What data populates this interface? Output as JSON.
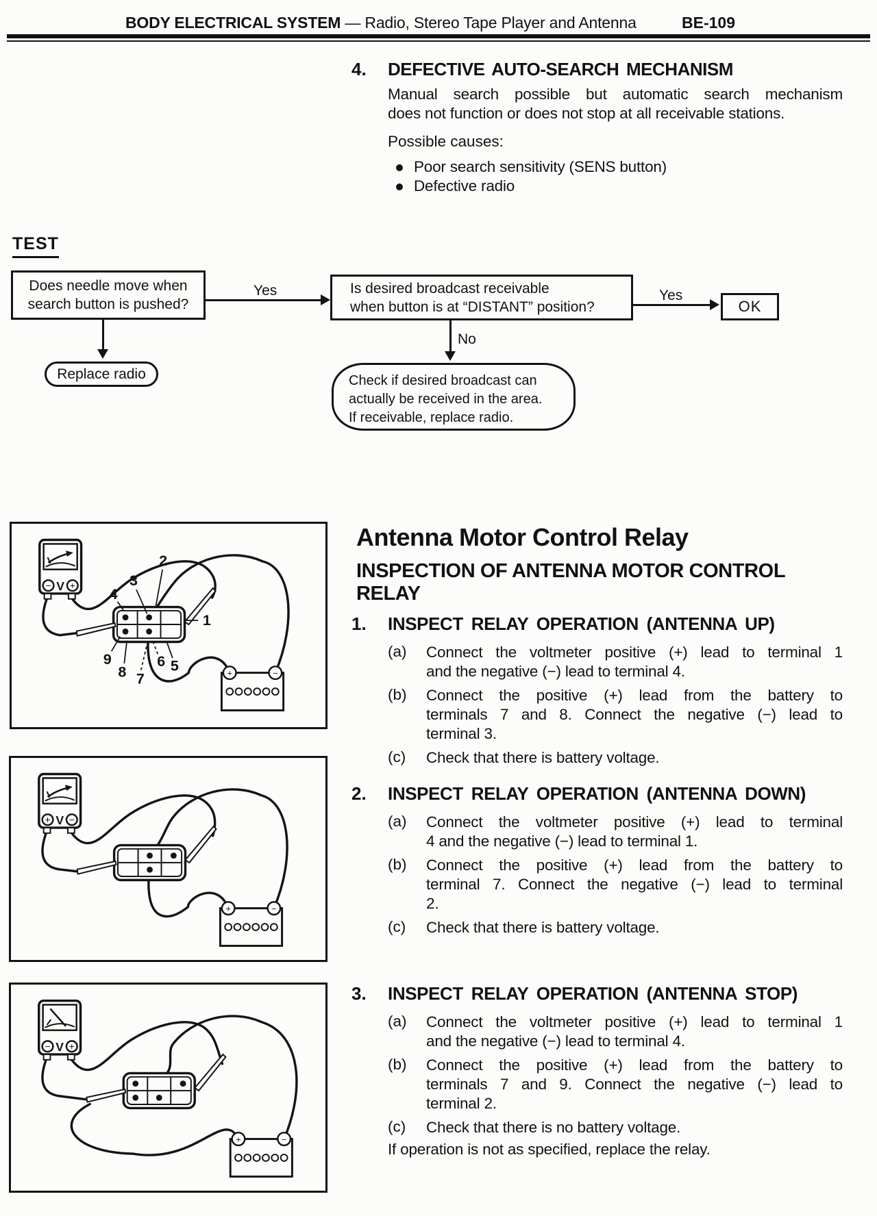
{
  "header": {
    "title_bold": "BODY ELECTRICAL SYSTEM",
    "title_rest": " — Radio, Stereo Tape Player and Antenna",
    "page_number": "BE-109"
  },
  "section4": {
    "number": "4.",
    "heading": "DEFECTIVE AUTO-SEARCH MECHANISM",
    "para_lines": [
      "Manual search possible but automatic search mechanism",
      "does not function or does not stop at all receivable stations."
    ],
    "causes_label": "Possible causes:",
    "bullets": [
      "Poor search sensitivity (SENS button)",
      "Defective radio"
    ]
  },
  "test": {
    "label": "TEST",
    "box1_lines": [
      "Does needle move when",
      "search button is pushed?"
    ],
    "yes1": "Yes",
    "box2_lines": [
      "Is desired broadcast receivable",
      "when button is at “DISTANT” position?"
    ],
    "yes2": "Yes",
    "ok": "OK",
    "no": "No",
    "replace": "Replace radio",
    "bubble_lines": [
      "Check if desired broadcast can",
      "actually be received in the area.",
      "If receivable, replace radio."
    ]
  },
  "relay": {
    "title": "Antenna Motor Control Relay",
    "subtitle_lines": [
      "INSPECTION OF ANTENNA MOTOR CONTROL",
      "RELAY"
    ],
    "items": [
      {
        "number": "1.",
        "heading": "INSPECT RELAY OPERATION (ANTENNA UP)",
        "steps": [
          {
            "label": "(a)",
            "lines": [
              "Connect the voltmeter positive (+) lead to terminal 1",
              "and the negative (−) lead to terminal 4."
            ]
          },
          {
            "label": "(b)",
            "lines": [
              "Connect the positive (+) lead from the battery to",
              "terminals 7 and 8. Connect the negative (−) lead to",
              "terminal 3."
            ]
          },
          {
            "label": "(c)",
            "lines": [
              "Check that there is battery voltage."
            ]
          }
        ]
      },
      {
        "number": "2.",
        "heading": "INSPECT RELAY OPERATION (ANTENNA DOWN)",
        "steps": [
          {
            "label": "(a)",
            "lines": [
              "Connect the voltmeter positive (+) lead to terminal",
              "4 and the negative (−) lead to terminal 1."
            ]
          },
          {
            "label": "(b)",
            "lines": [
              "Connect the positive (+) lead from the battery to",
              "terminal 7. Connect the negative (−) lead to terminal",
              "2."
            ]
          },
          {
            "label": "(c)",
            "lines": [
              "Check that there is battery voltage."
            ]
          }
        ]
      },
      {
        "number": "3.",
        "heading": "INSPECT RELAY OPERATION (ANTENNA STOP)",
        "steps": [
          {
            "label": "(a)",
            "lines": [
              "Connect the voltmeter positive (+) lead to terminal 1",
              "and the negative (−) lead to terminal 4."
            ]
          },
          {
            "label": "(b)",
            "lines": [
              "Connect the positive (+) lead from the battery to",
              "terminals 7 and 9. Connect the negative (−) lead to",
              "terminal 2."
            ]
          },
          {
            "label": "(c)",
            "lines": [
              "Check that there is no battery voltage."
            ]
          }
        ]
      }
    ],
    "closing": "If operation is not as specified, replace the relay."
  },
  "diagrams": [
    {
      "name": "antenna-up",
      "meter_letter": "V",
      "meter_left_sign": "−",
      "meter_right_sign": "+",
      "needle": "deflected",
      "battery_plus": "+",
      "battery_minus": "−",
      "terminal_labels": [
        "1",
        "2",
        "3",
        "4",
        "5",
        "6",
        "7",
        "8",
        "9"
      ]
    },
    {
      "name": "antenna-down",
      "meter_letter": "V",
      "meter_left_sign": "+",
      "meter_right_sign": "−",
      "needle": "deflected",
      "battery_plus": "+",
      "battery_minus": "−",
      "terminal_labels": []
    },
    {
      "name": "antenna-stop",
      "meter_letter": "V",
      "meter_left_sign": "−",
      "meter_right_sign": "+",
      "needle": "rest",
      "battery_plus": "+",
      "battery_minus": "−",
      "terminal_labels": []
    }
  ]
}
